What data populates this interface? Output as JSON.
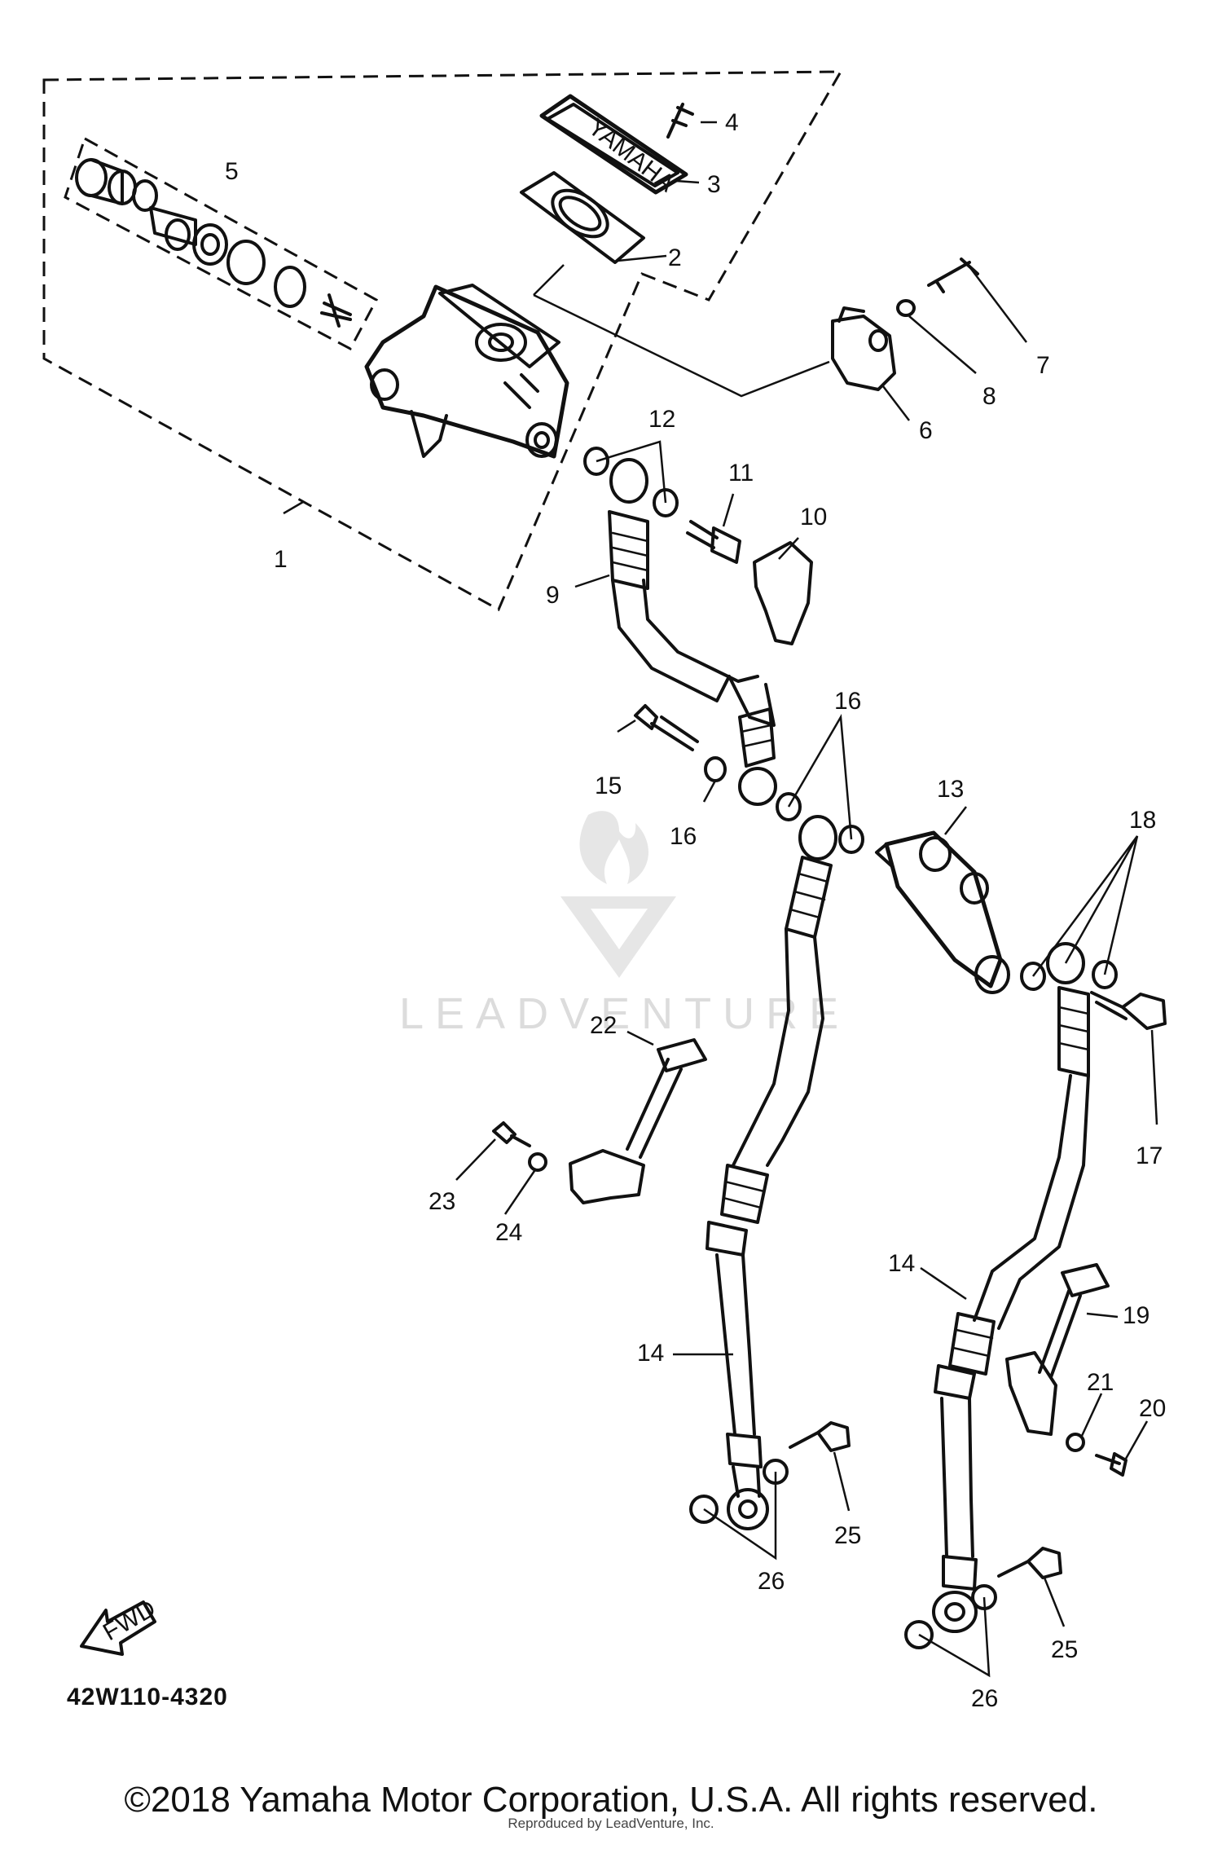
{
  "diagram": {
    "code": "42W110-4320",
    "fwd_label": "FWD",
    "badge_text": "YAMAHA",
    "callouts": {
      "c1": "1",
      "c2": "2",
      "c3": "3",
      "c4": "4",
      "c5": "5",
      "c6": "6",
      "c7": "7",
      "c8": "8",
      "c9": "9",
      "c10": "10",
      "c11": "11",
      "c12": "12",
      "c13": "13",
      "c14a": "14",
      "c14b": "14",
      "c15": "15",
      "c16a": "16",
      "c16b": "16",
      "c17": "17",
      "c18": "18",
      "c19": "19",
      "c20": "20",
      "c21": "21",
      "c22": "22",
      "c23": "23",
      "c24": "24",
      "c25a": "25",
      "c25b": "25",
      "c26a": "26",
      "c26b": "26"
    }
  },
  "watermark": {
    "text": "LEADVENTURE"
  },
  "footer": {
    "copyright": "©2018 Yamaha Motor Corporation, U.S.A. All rights reserved.",
    "reproduced": "Reproduced by LeadVenture, Inc."
  }
}
